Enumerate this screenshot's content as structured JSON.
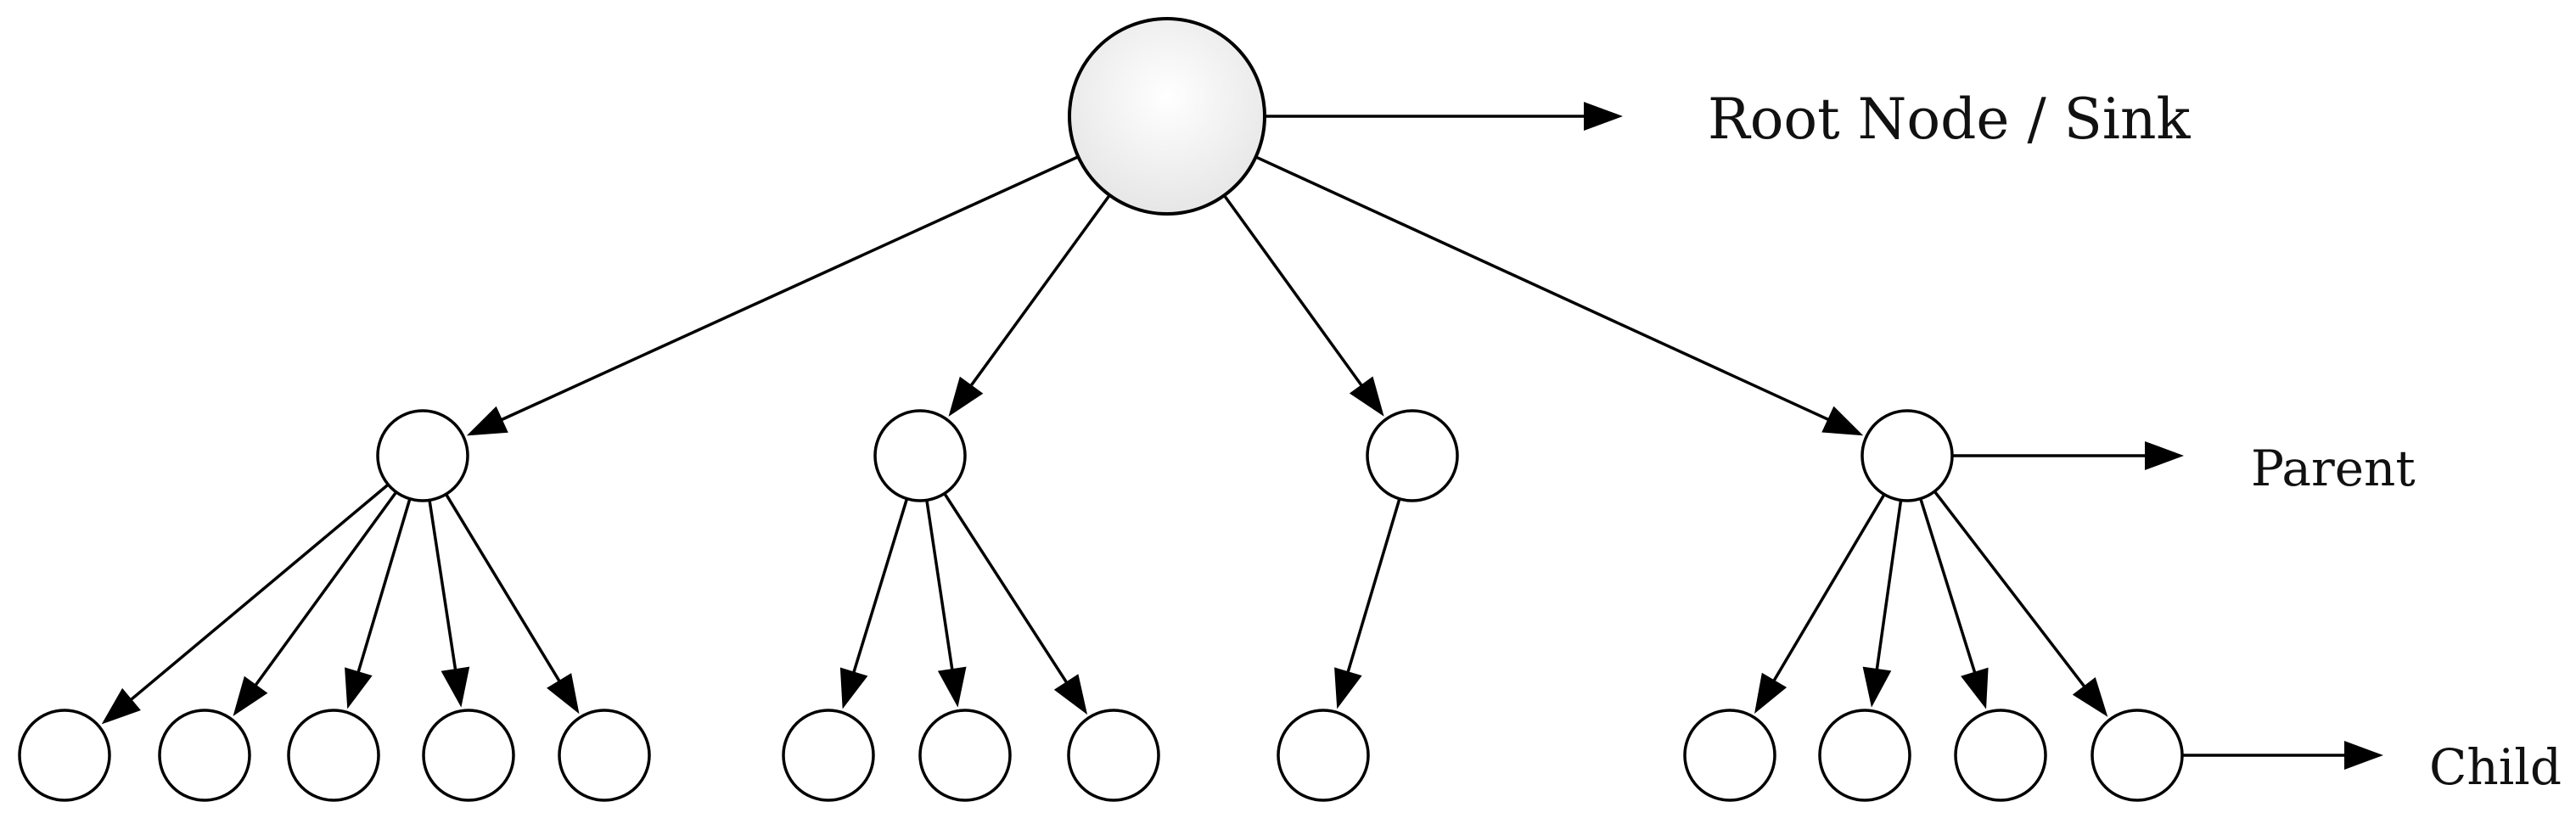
{
  "diagram": {
    "labels": {
      "root": "Root Node / Sink",
      "parent": "Parent",
      "child": "Child"
    },
    "colors": {
      "stroke": "#000000",
      "node_fill": "#ffffff",
      "root_fill_light": "#ffffff",
      "root_fill_dark": "#e4e4e4"
    },
    "tree": {
      "root": "root",
      "parents": [
        "p1",
        "p2",
        "p3",
        "p4"
      ],
      "children": {
        "p1": [
          "c1",
          "c2",
          "c3",
          "c4",
          "c5"
        ],
        "p2": [
          "c6",
          "c7",
          "c8"
        ],
        "p3": [
          "c9"
        ],
        "p4": [
          "c10",
          "c11",
          "c12",
          "c13"
        ]
      }
    }
  }
}
